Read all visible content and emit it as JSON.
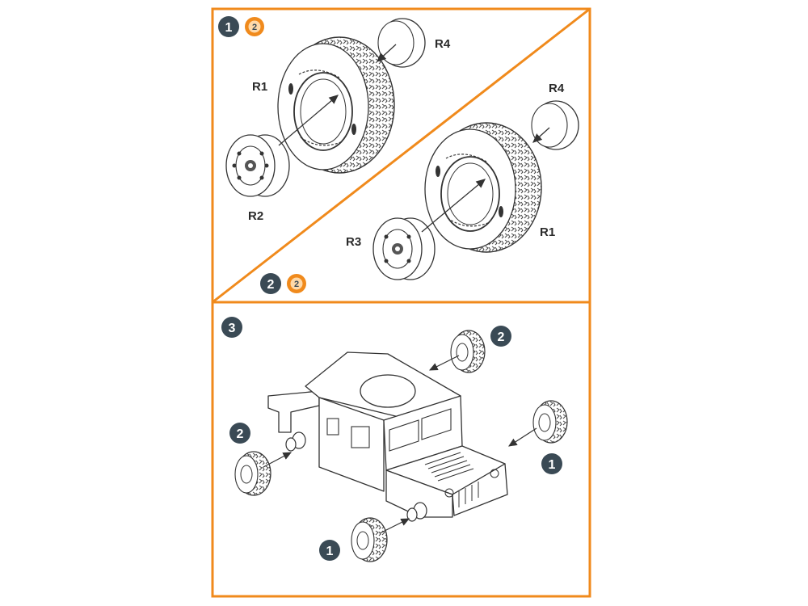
{
  "colors": {
    "frame": "#f08a1c",
    "badge": "#3a4a55",
    "sub_badge": "#f08a1c",
    "line": "#333333"
  },
  "steps": {
    "step1": {
      "number": "1",
      "sub": "2"
    },
    "step2": {
      "number": "2",
      "sub": "2"
    },
    "step3": {
      "number": "3"
    }
  },
  "labels": {
    "top_r4": "R4",
    "top_r1": "R1",
    "top_r2": "R2",
    "mid_r4": "R4",
    "mid_r1": "R1",
    "mid_r3": "R3"
  },
  "assembly": {
    "callout_top_right": "2",
    "callout_left": "2",
    "callout_right": "1",
    "callout_bottom": "1"
  }
}
